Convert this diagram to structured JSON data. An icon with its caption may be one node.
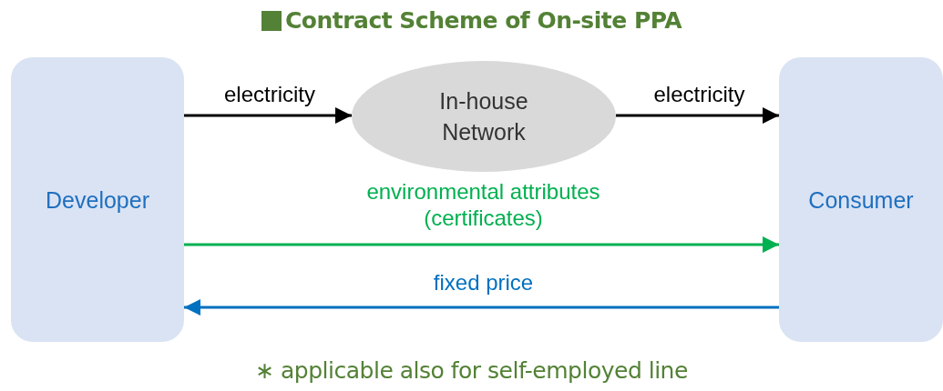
{
  "diagram": {
    "title": "Contract Scheme of On-site PPA",
    "caption": "∗ applicable also for self-employed line",
    "nodes": [
      {
        "text": [
          "Developer"
        ]
      },
      {
        "text": [
          "In-house Network"
        ]
      },
      {
        "text": [
          "Consumer"
        ]
      }
    ],
    "edges": [
      {
        "from": 0,
        "to": 1,
        "arrow": "to",
        "label": "electricity"
      },
      {
        "from": 1,
        "to": 2,
        "arrow": "to",
        "label": "electricity"
      },
      {
        "from": 0,
        "to": 2,
        "arrow": "to",
        "label": "environmental attributes (certificates)",
        "color": "#00b050"
      },
      {
        "from": 2,
        "to": 0,
        "arrow": "to",
        "label": "fixed price",
        "color": "#0070c0"
      }
    ]
  }
}
